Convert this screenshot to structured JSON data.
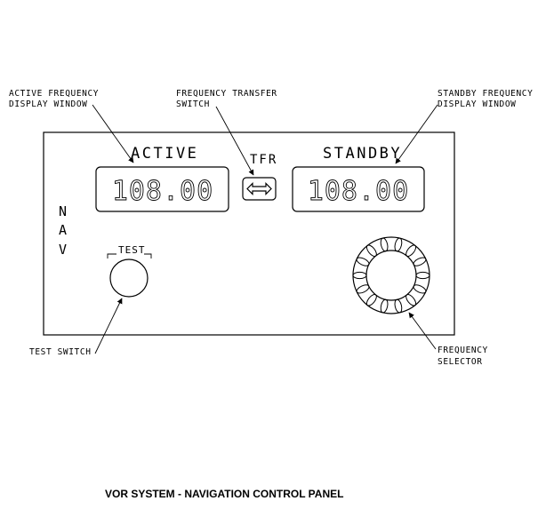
{
  "callouts": {
    "active_display": [
      "ACTIVE FREQUENCY",
      "DISPLAY WINDOW"
    ],
    "transfer_switch": [
      "FREQUENCY TRANSFER",
      "SWITCH"
    ],
    "standby_display": [
      "STANDBY FREQUENCY",
      "DISPLAY WINDOW"
    ],
    "test_switch": [
      "TEST SWITCH"
    ],
    "frequency_selector": [
      "FREQUENCY",
      "SELECTOR"
    ]
  },
  "panel": {
    "active_label": "ACTIVE",
    "standby_label": "STANDBY",
    "transfer_label": "TFR",
    "side_label": [
      "N",
      "A",
      "V"
    ],
    "test_label": "TEST",
    "active_frequency": "108.00",
    "standby_frequency": "108.00"
  },
  "caption": "VOR SYSTEM - NAVIGATION CONTROL PANEL",
  "icons": {
    "transfer_switch": "double-arrow-icon",
    "frequency_selector": "knurled-knob-icon"
  }
}
